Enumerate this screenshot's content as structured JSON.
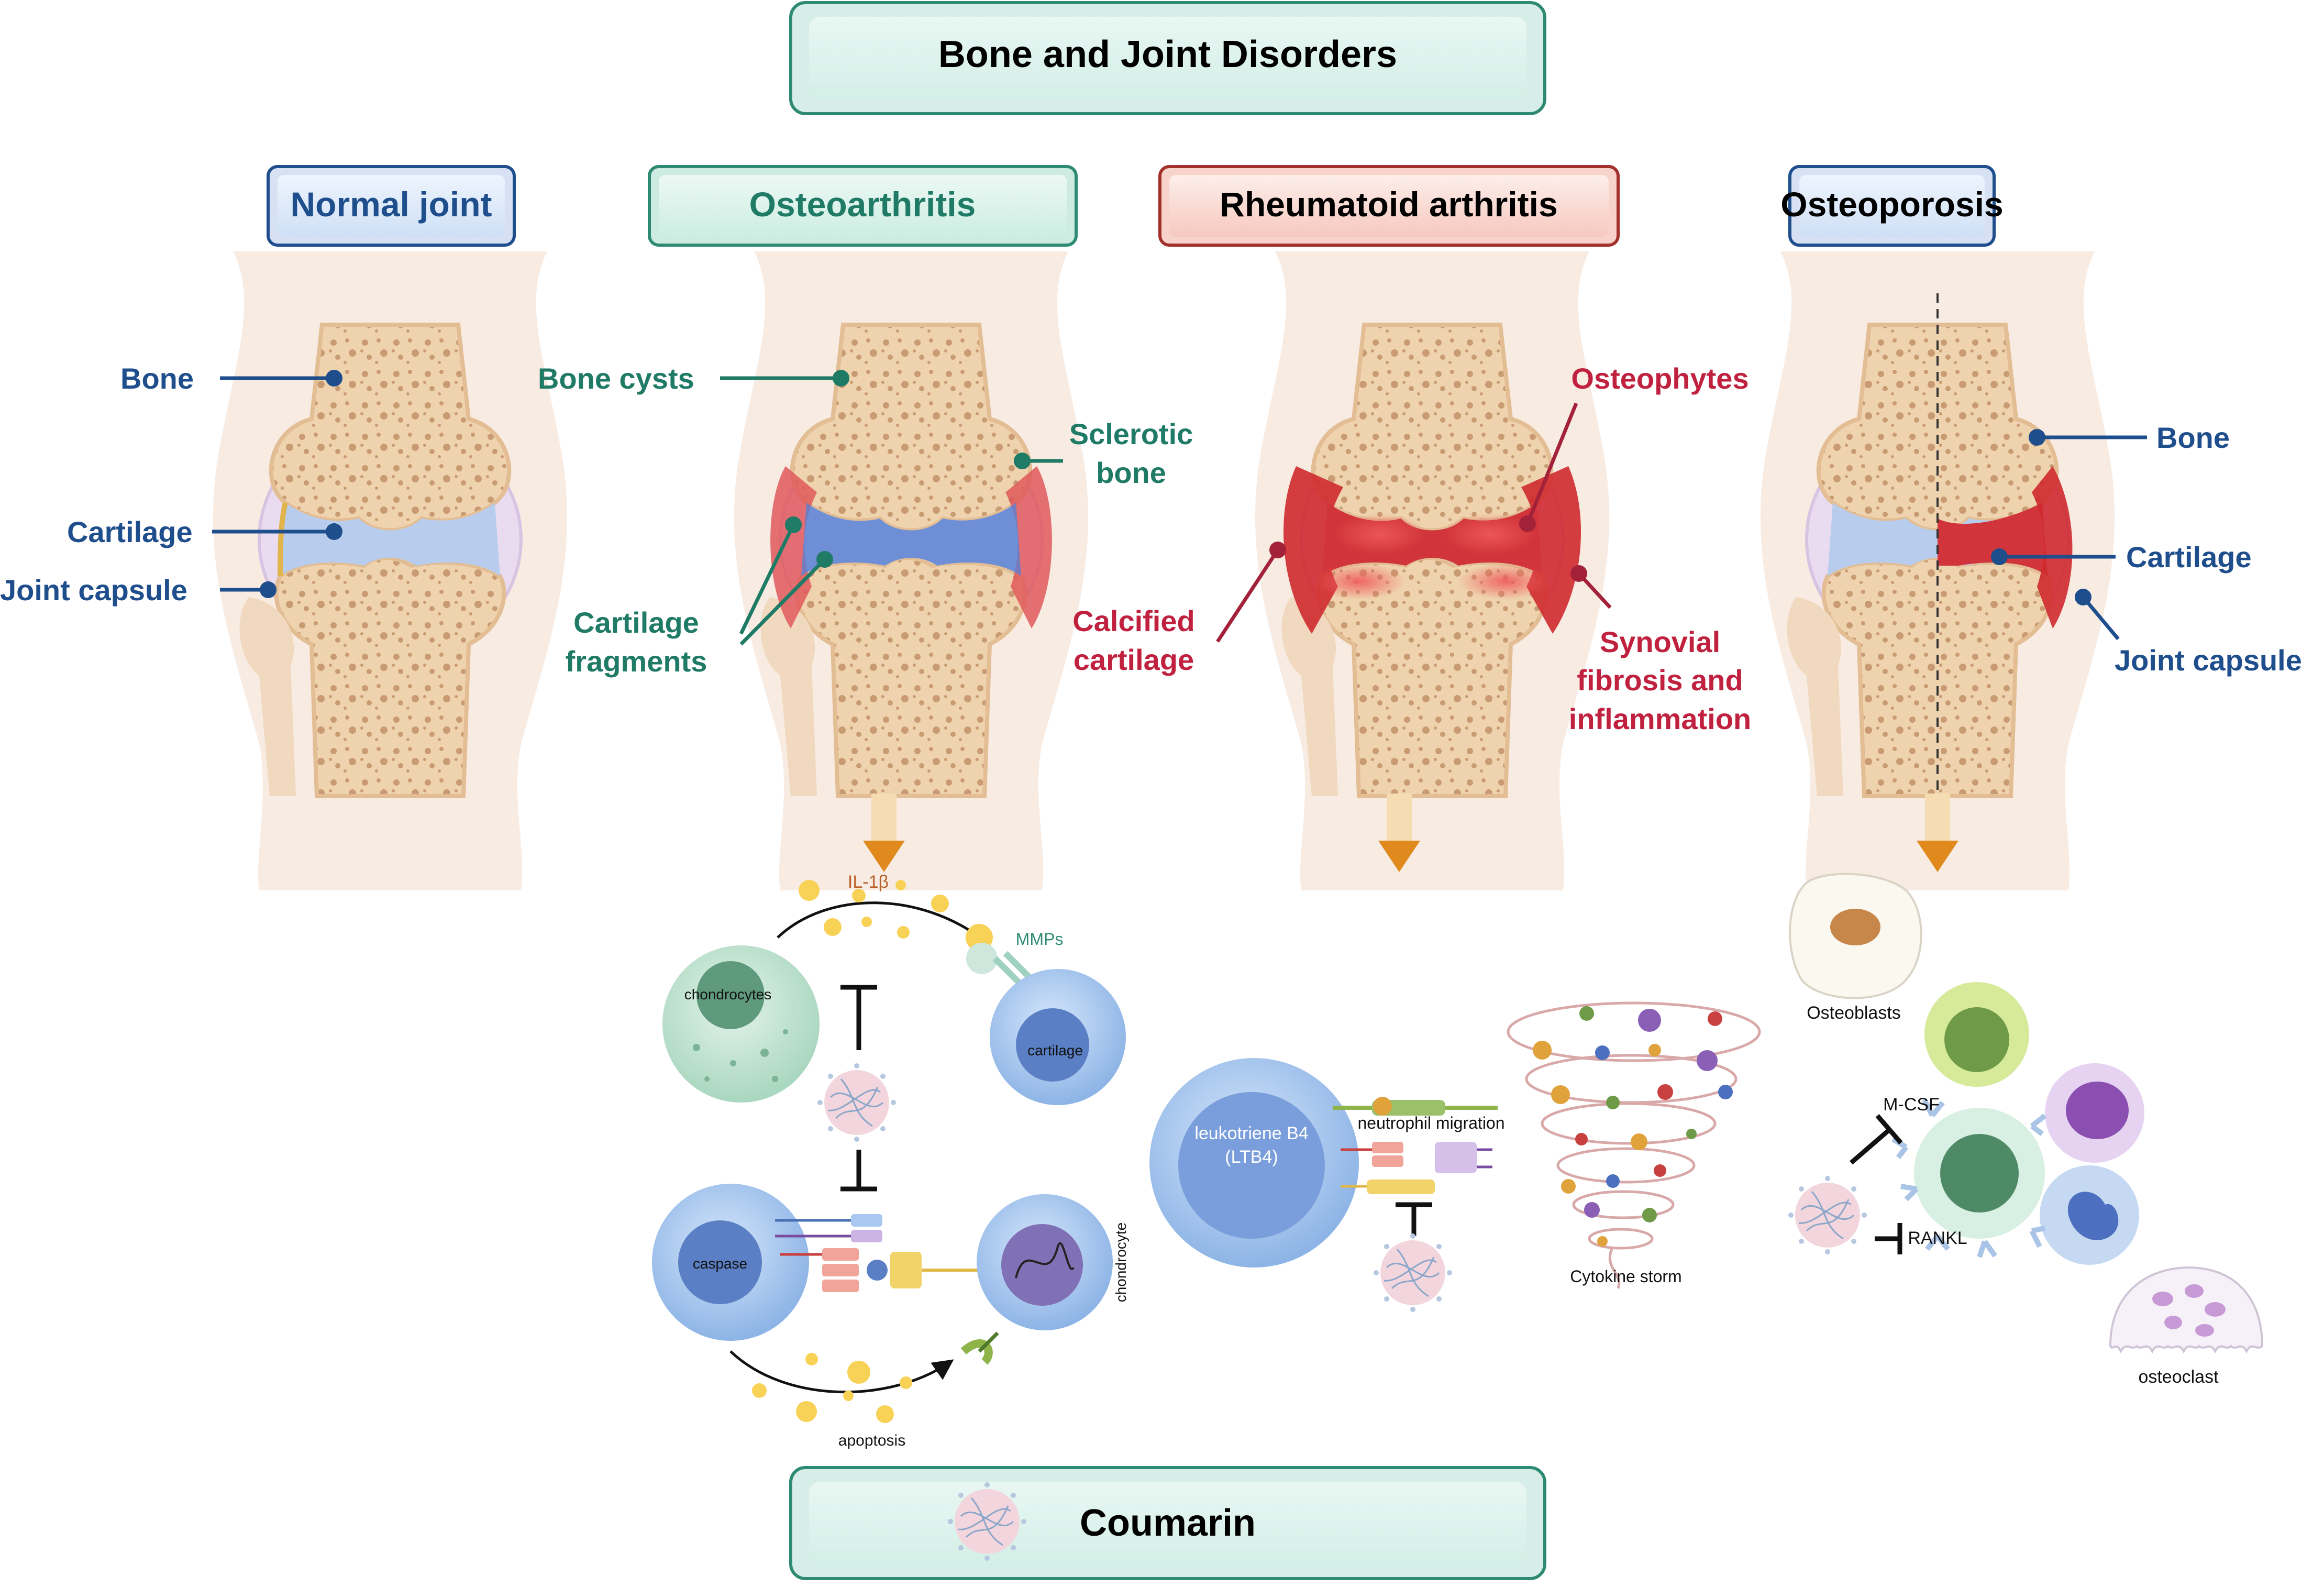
{
  "title": "Bone and Joint Disorders",
  "footer": {
    "label": "Coumarin"
  },
  "panels": {
    "normal": {
      "heading": "Normal joint",
      "labels": {
        "bone": "Bone",
        "cartilage": "Cartilage",
        "capsule": "Joint capsule"
      }
    },
    "oa": {
      "heading": "Osteoarthritis",
      "labels": {
        "cysts": "Bone cysts",
        "sclerotic_1": "Sclerotic",
        "sclerotic_2": "bone",
        "frag_1": "Cartilage",
        "frag_2": "fragments"
      }
    },
    "ra": {
      "heading": "Rheumatoid arthritis",
      "labels": {
        "osteophytes": "Osteophytes",
        "calcified_1": "Calcified",
        "calcified_2": "cartilage",
        "syn_1": "Synovial",
        "syn_2": "fibrosis and",
        "syn_3": "inflammation"
      }
    },
    "op": {
      "heading": "Osteoporosis",
      "labels": {
        "bone": "Bone",
        "cartilage": "Cartilage",
        "capsule": "Joint capsule"
      }
    }
  },
  "oa_mechanism": {
    "il1b": "IL-1β",
    "mmps": "MMPs",
    "chondrocytes": "chondrocytes",
    "cartilage": "cartilage",
    "caspase": "caspase",
    "chondrocyte": "chondrocyte",
    "apoptosis": "apoptosis"
  },
  "ra_mechanism": {
    "ltb4_1": "leukotriene B4",
    "ltb4_2": "(LTB4)",
    "neutrophil": "neutrophil migration",
    "storm": "Cytokine storm"
  },
  "op_mechanism": {
    "osteoblasts": "Osteoblasts",
    "mcsf": "M-CSF",
    "rankl": "RANKL",
    "osteoclast": "osteoclast"
  },
  "colors": {
    "blue_text": "#1f4e8c",
    "teal_text": "#1f7a66",
    "red_text": "#c0213f",
    "arrow_orange": "#e08a1e"
  }
}
